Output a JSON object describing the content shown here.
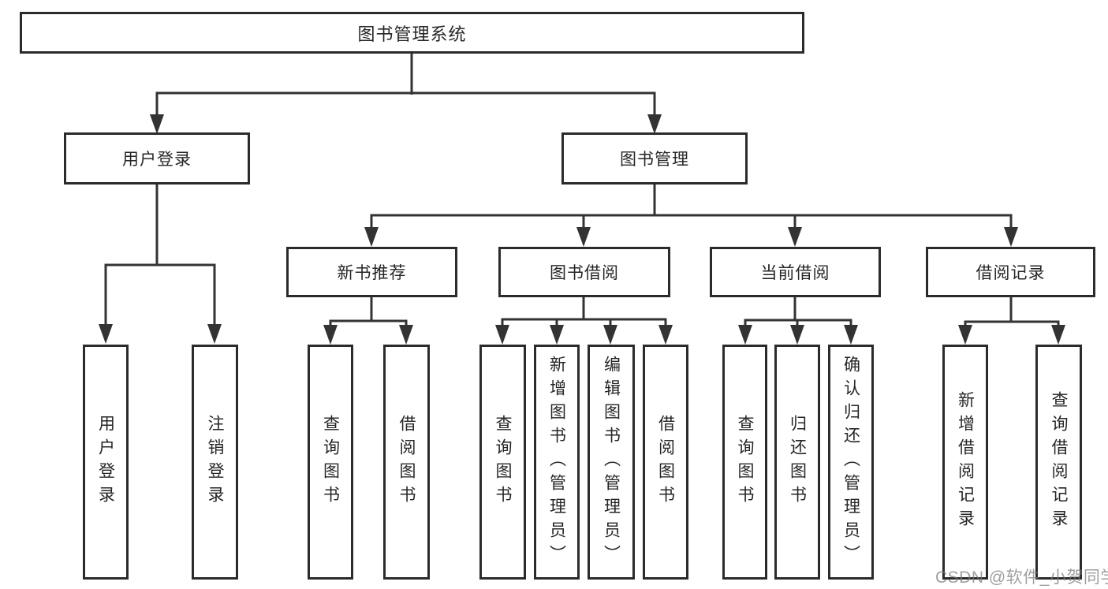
{
  "title": "图书管理系统",
  "colors": {
    "line": "#333333",
    "border": "#2b2b2b",
    "text": "#262626",
    "watermark": "#7a7a7a",
    "background": "#ffffff"
  },
  "tree": {
    "label": "图书管理系统",
    "children": [
      {
        "label": "用户登录",
        "children": [
          {
            "label": "用户登录"
          },
          {
            "label": "注销登录"
          }
        ]
      },
      {
        "label": "图书管理",
        "children": [
          {
            "label": "新书推荐",
            "children": [
              {
                "label": "查询图书"
              },
              {
                "label": "借阅图书"
              }
            ]
          },
          {
            "label": "图书借阅",
            "children": [
              {
                "label": "查询图书"
              },
              {
                "label": "新增图书（管理员）"
              },
              {
                "label": "编辑图书（管理员）"
              },
              {
                "label": "借阅图书"
              }
            ]
          },
          {
            "label": "当前借阅",
            "children": [
              {
                "label": "查询图书"
              },
              {
                "label": "归还图书"
              },
              {
                "label": "确认归还（管理员）"
              }
            ]
          },
          {
            "label": "借阅记录",
            "children": [
              {
                "label": "新增借阅记录"
              },
              {
                "label": "查询借阅记录"
              }
            ]
          }
        ]
      }
    ]
  },
  "watermark": "CSDN @软件_小贺同学"
}
